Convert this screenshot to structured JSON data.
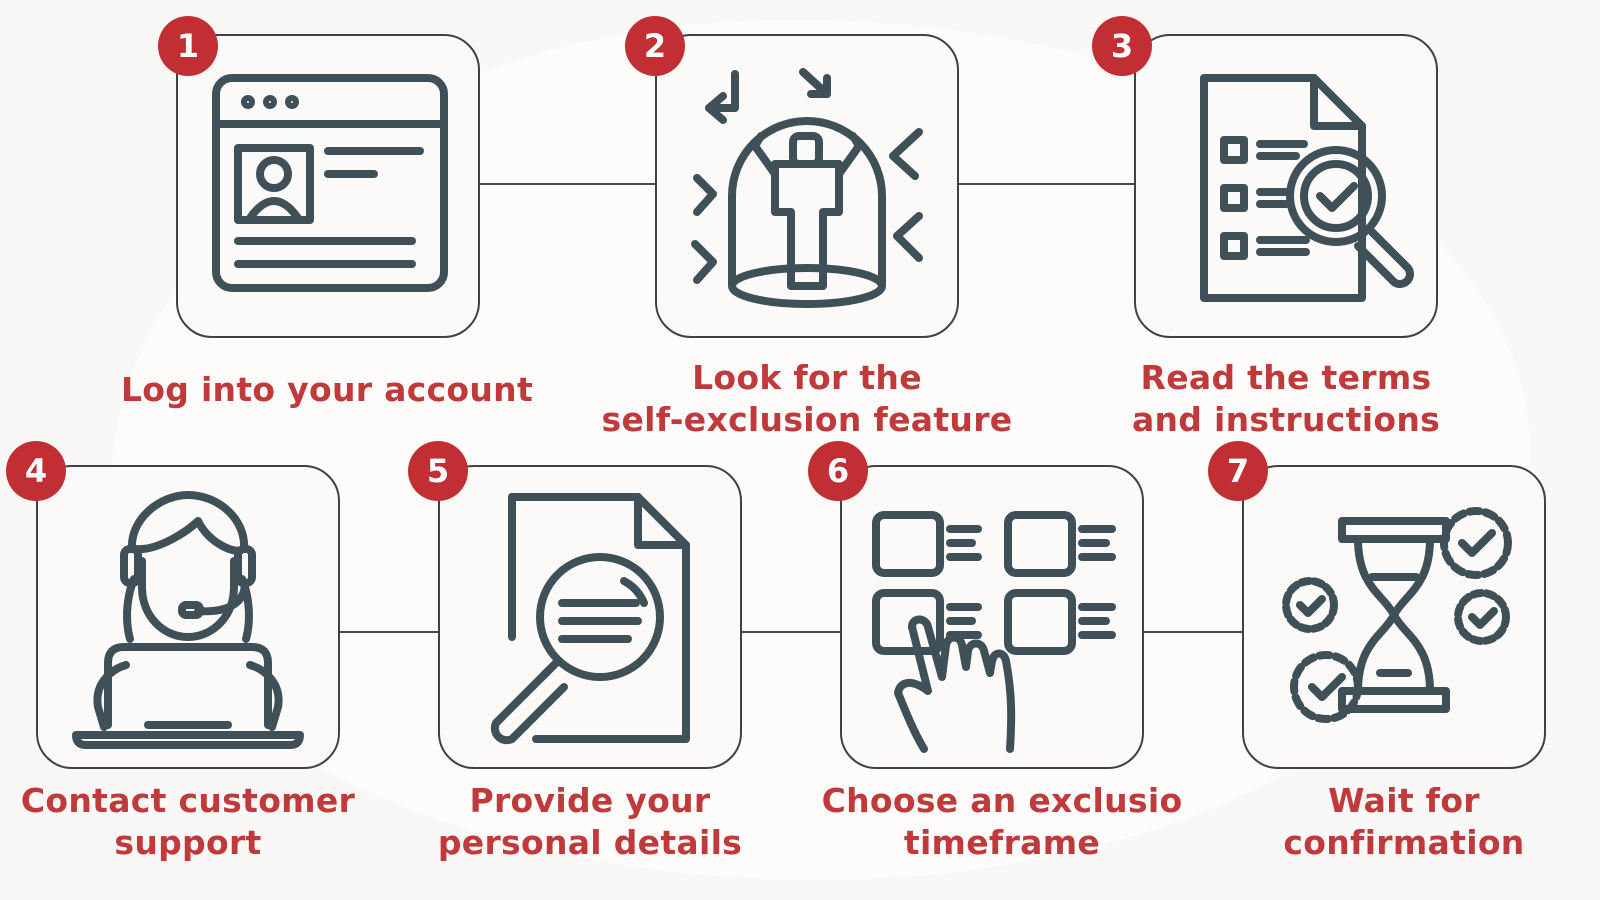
{
  "colors": {
    "accent": "#c12f35",
    "label": "#c0393b",
    "icon": "#3f5059",
    "border": "#3f4245"
  },
  "steps": [
    {
      "number": "1",
      "icon": "browser-profile-icon",
      "lines": [
        "Log into your account"
      ]
    },
    {
      "number": "2",
      "icon": "person-under-dome-icon",
      "lines": [
        "Look for the",
        "self-exclusion feature"
      ]
    },
    {
      "number": "3",
      "icon": "document-magnifier-check-icon",
      "lines": [
        "Read the terms",
        "and instructions"
      ]
    },
    {
      "number": "4",
      "icon": "support-agent-laptop-icon",
      "lines": [
        "Contact customer",
        "support"
      ]
    },
    {
      "number": "5",
      "icon": "document-search-icon",
      "lines": [
        "Provide your",
        "personal details"
      ]
    },
    {
      "number": "6",
      "icon": "choose-option-grid-icon",
      "lines": [
        "Choose an exclusio",
        "timeframe"
      ]
    },
    {
      "number": "7",
      "icon": "hourglass-gears-icon",
      "lines": [
        "Wait for",
        "confirmation"
      ]
    }
  ]
}
